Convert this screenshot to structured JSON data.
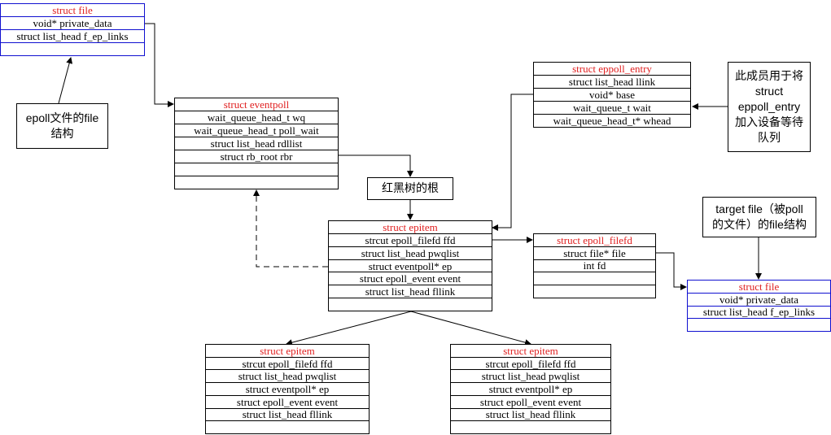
{
  "boxes": {
    "file_top": {
      "title": "struct file",
      "fields": [
        "void* private_data",
        "struct list_head f_ep_links",
        ""
      ]
    },
    "eventpoll": {
      "title": "struct eventpoll",
      "fields": [
        "wait_queue_head_t wq",
        "wait_queue_head_t poll_wait",
        "struct list_head rdllist",
        "struct rb_root rbr",
        "",
        ""
      ]
    },
    "eppoll_entry": {
      "title": "struct eppoll_entry",
      "fields": [
        "struct list_head llink",
        "void* base",
        "wait_queue_t wait",
        "wait_queue_head_t* whead"
      ]
    },
    "epitem_main": {
      "title": "struct epitem",
      "fields": [
        "strcut epoll_filefd ffd",
        "struct list_head pwqlist",
        "struct eventpoll* ep",
        "struct epoll_event event",
        "struct list_head fllink",
        ""
      ]
    },
    "epoll_filefd": {
      "title": "struct epoll_filefd",
      "fields": [
        "struct file* file",
        "int fd",
        "",
        ""
      ]
    },
    "file_target": {
      "title": "struct file",
      "fields": [
        "void* private_data",
        "struct list_head f_ep_links",
        ""
      ]
    },
    "epitem_left": {
      "title": "struct epitem",
      "fields": [
        "strcut epoll_filefd ffd",
        "struct list_head pwqlist",
        "struct eventpoll* ep",
        "struct epoll_event event",
        "struct list_head fllink",
        ""
      ]
    },
    "epitem_right": {
      "title": "struct epitem",
      "fields": [
        "strcut epoll_filefd ffd",
        "struct list_head pwqlist",
        "struct eventpoll* ep",
        "struct epoll_event event",
        "struct list_head fllink",
        ""
      ]
    }
  },
  "notes": {
    "epoll_file": [
      "epoll文件的file",
      "结构"
    ],
    "eppoll_entry_note": [
      "此成员用于将",
      "struct",
      "eppoll_entry",
      "加入设备等待",
      "队列"
    ],
    "rb_root": [
      "红黑树的根"
    ],
    "target_file": [
      "target file（被poll",
      "的文件）的file结构"
    ]
  },
  "colors": {
    "title_text": "#e02020",
    "line": "#000000",
    "target_file_border": "#1010d0"
  }
}
